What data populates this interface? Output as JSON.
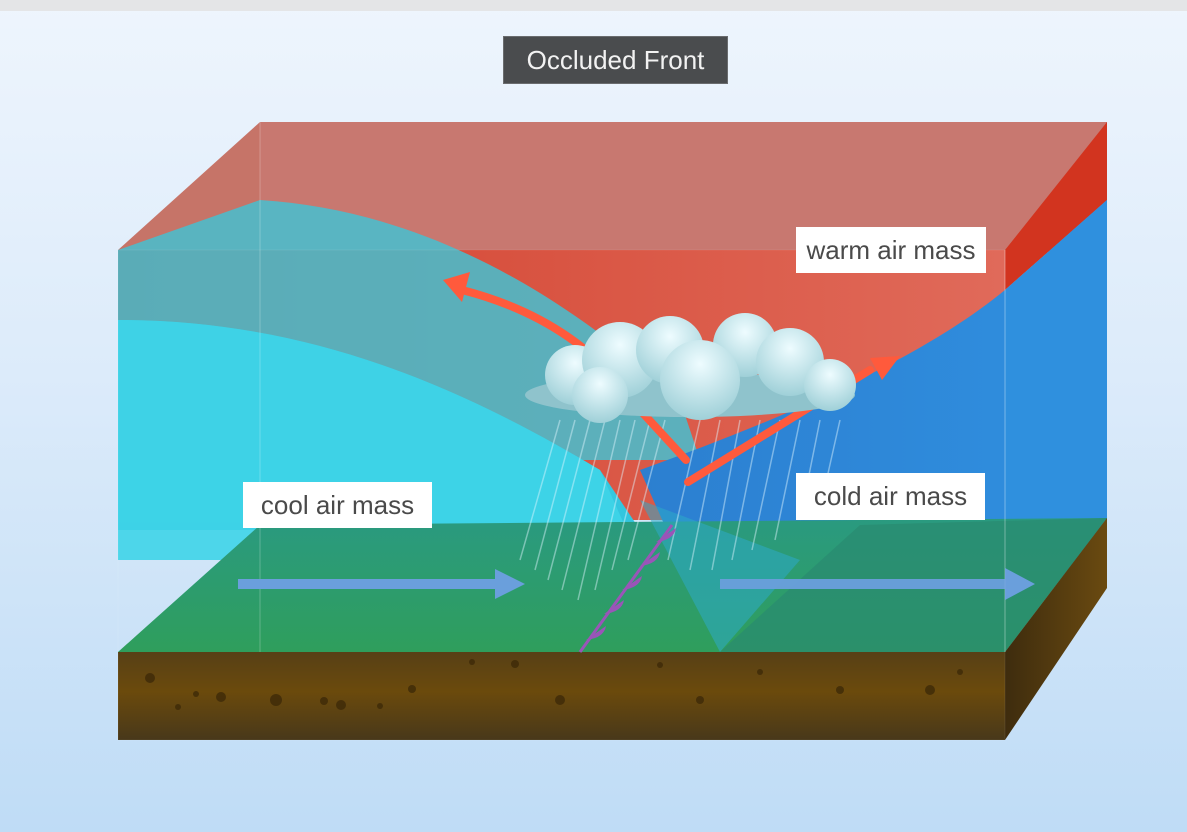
{
  "title": "Occluded Front",
  "labels": {
    "warm": "warm air mass",
    "cool": "cool air mass",
    "cold": "cold air mass"
  },
  "colors": {
    "background_top": "#eef5fd",
    "background_bottom": "#bfdcf6",
    "title_bg": "#4a4c4e",
    "warm_air": "#d9432f",
    "cool_air": "#3dd2e6",
    "cold_air": "#2f8fdc",
    "ground_grass": "#2f9e62",
    "soil": "#6a4a0e",
    "front_symbol": "#9a55b8",
    "air_flow_arrow": "#6a9fdc",
    "uplift_arrow": "#ff5a3c",
    "cloud": "#d8f3f8"
  },
  "icons": {
    "cloud": "storm-cloud-icon",
    "rain": "rain-icon",
    "front_symbol": "occluded-front-symbol",
    "left_arrow": "wind-arrow-right",
    "right_arrow": "wind-arrow-right"
  }
}
